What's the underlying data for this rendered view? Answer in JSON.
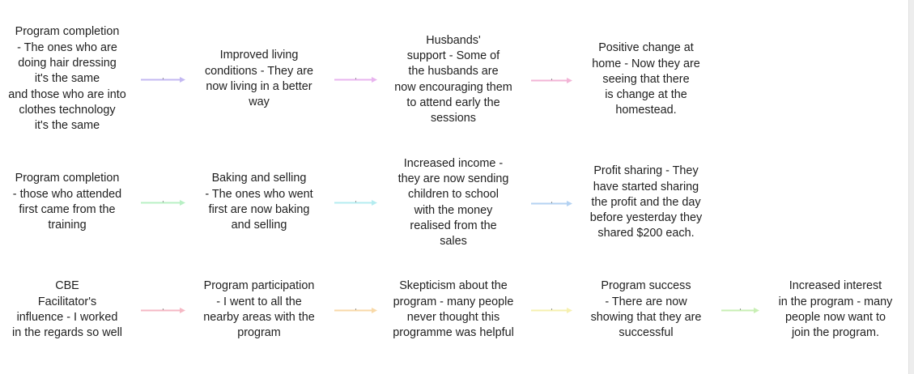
{
  "diagram": {
    "rows": [
      {
        "nodes": [
          {
            "id": "r1n1",
            "text": "Program completion\n- The ones who are\ndoing hair dressing\nit's the same\nand those who are into\nclothes technology\nit's the same"
          },
          {
            "id": "r1n2",
            "text": "Improved living\nconditions - They are\nnow living in a better\nway"
          },
          {
            "id": "r1n3",
            "text": "Husbands'\nsupport - Some of\nthe husbands are\nnow encouraging them\nto attend early the\nsessions"
          },
          {
            "id": "r1n4",
            "text": "Positive change at\nhome - Now they are\nseeing that there\nis change at the\nhomestead."
          }
        ],
        "edges": [
          {
            "from": "r1n1",
            "to": "r1n2",
            "color": "#c3b8f2"
          },
          {
            "from": "r1n2",
            "to": "r1n3",
            "color": "#e8b4ef"
          },
          {
            "from": "r1n3",
            "to": "r1n4",
            "color": "#f2b4d6"
          }
        ]
      },
      {
        "nodes": [
          {
            "id": "r2n1",
            "text": "Program completion\n- those who attended\nfirst came from the\ntraining"
          },
          {
            "id": "r2n2",
            "text": "Baking and selling\n- The ones who went\nfirst are now baking\nand selling"
          },
          {
            "id": "r2n3",
            "text": "Increased income -\nthey are now sending\nchildren to school\nwith the money\nrealised from the\nsales"
          },
          {
            "id": "r2n4",
            "text": "Profit sharing - They\nhave started sharing\nthe profit and the day\nbefore yesterday they\nshared $200 each."
          }
        ],
        "edges": [
          {
            "from": "r2n1",
            "to": "r2n2",
            "color": "#b8f0c4"
          },
          {
            "from": "r2n2",
            "to": "r2n3",
            "color": "#b4ecf0"
          },
          {
            "from": "r2n3",
            "to": "r2n4",
            "color": "#b4d2f2"
          }
        ]
      },
      {
        "nodes": [
          {
            "id": "r3n1",
            "text": "CBE\nFacilitator's\ninfluence - I worked\nin the regards so well"
          },
          {
            "id": "r3n2",
            "text": "Program participation\n- I went to all the\nnearby areas with the\nprogram"
          },
          {
            "id": "r3n3",
            "text": "Skepticism about the\nprogram - many people\nnever thought this\nprogramme was helpful"
          },
          {
            "id": "r3n4",
            "text": "Program success\n- There are now\nshowing that they are\nsuccessful"
          },
          {
            "id": "r3n5",
            "text": "Increased interest\nin the program - many\npeople now want to\njoin the program."
          }
        ],
        "edges": [
          {
            "from": "r3n1",
            "to": "r3n2",
            "color": "#f5b8c4"
          },
          {
            "from": "r3n2",
            "to": "r3n3",
            "color": "#f8d9a8"
          },
          {
            "from": "r3n3",
            "to": "r3n4",
            "color": "#f6f0b0"
          },
          {
            "from": "r3n4",
            "to": "r3n5",
            "color": "#c8efb4"
          }
        ]
      }
    ]
  }
}
